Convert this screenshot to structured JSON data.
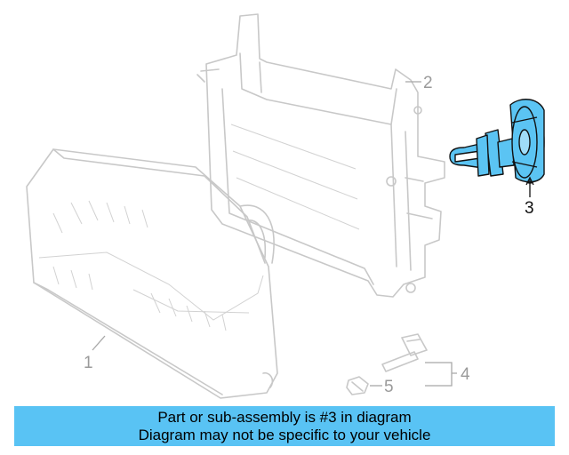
{
  "callouts": {
    "c1": "1",
    "c2": "2",
    "c3": "3",
    "c4": "4",
    "c5": "5"
  },
  "highlight_part": "3",
  "colors": {
    "highlight_fill": "#5bc4f3",
    "banner_bg": "#59c3f4",
    "ghost_line": "#c8c8c8"
  },
  "banner": {
    "line1": "Part or sub-assembly is #3 in diagram",
    "line2": "Diagram may not be specific to your vehicle"
  }
}
